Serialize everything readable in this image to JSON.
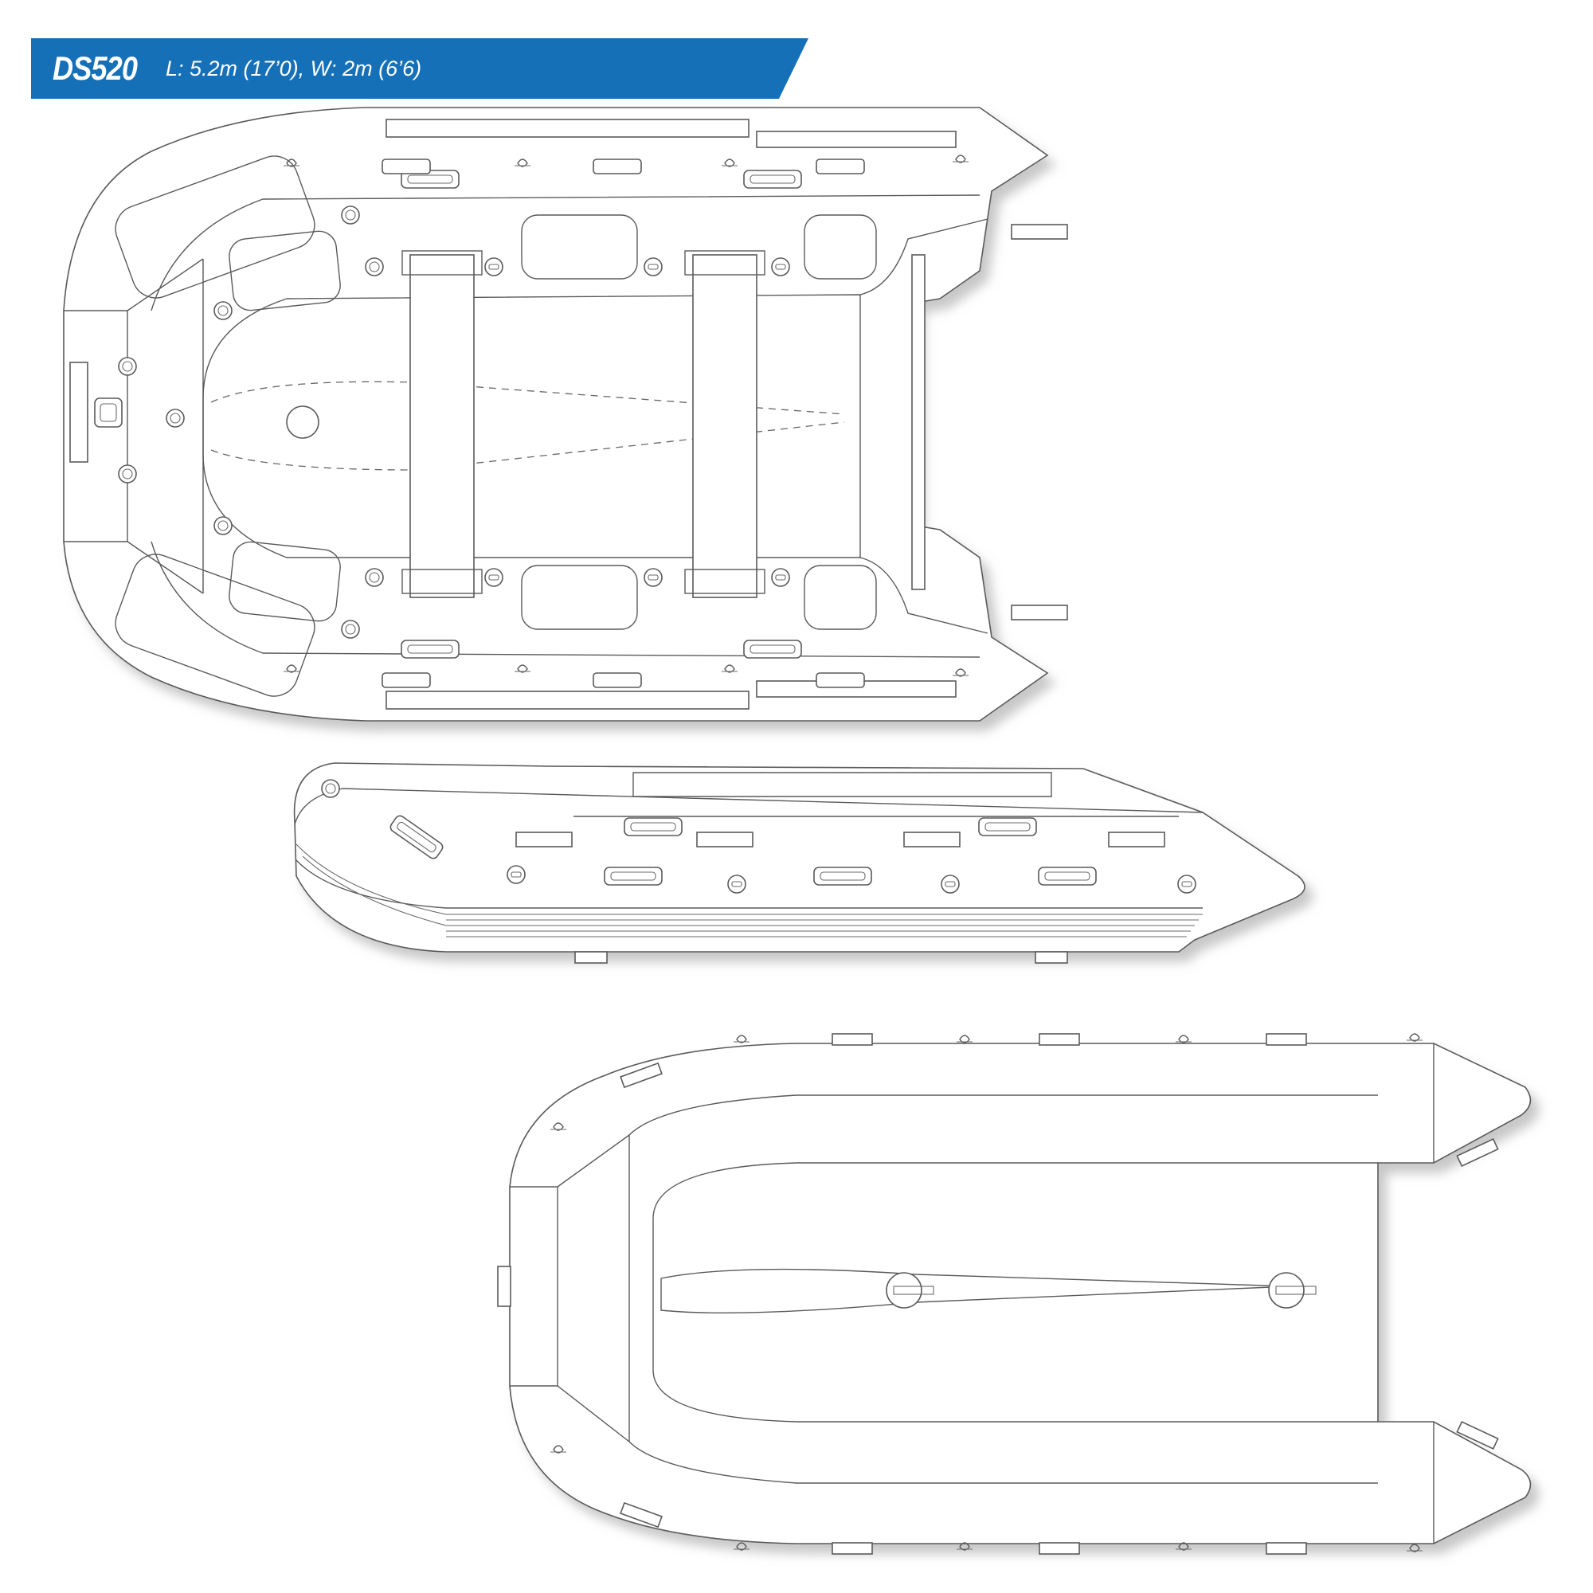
{
  "header": {
    "model": "DS520",
    "dimensions": "L: 5.2m (17’0), W: 2m (6’6)",
    "banner_color": "#1670b8"
  },
  "colors": {
    "outline": "#5a5a5a",
    "fill": "#ffffff",
    "shadow": "#c8c8c8"
  },
  "views": {
    "top": "top-view",
    "side": "side-view",
    "bottom": "bottom-view"
  }
}
